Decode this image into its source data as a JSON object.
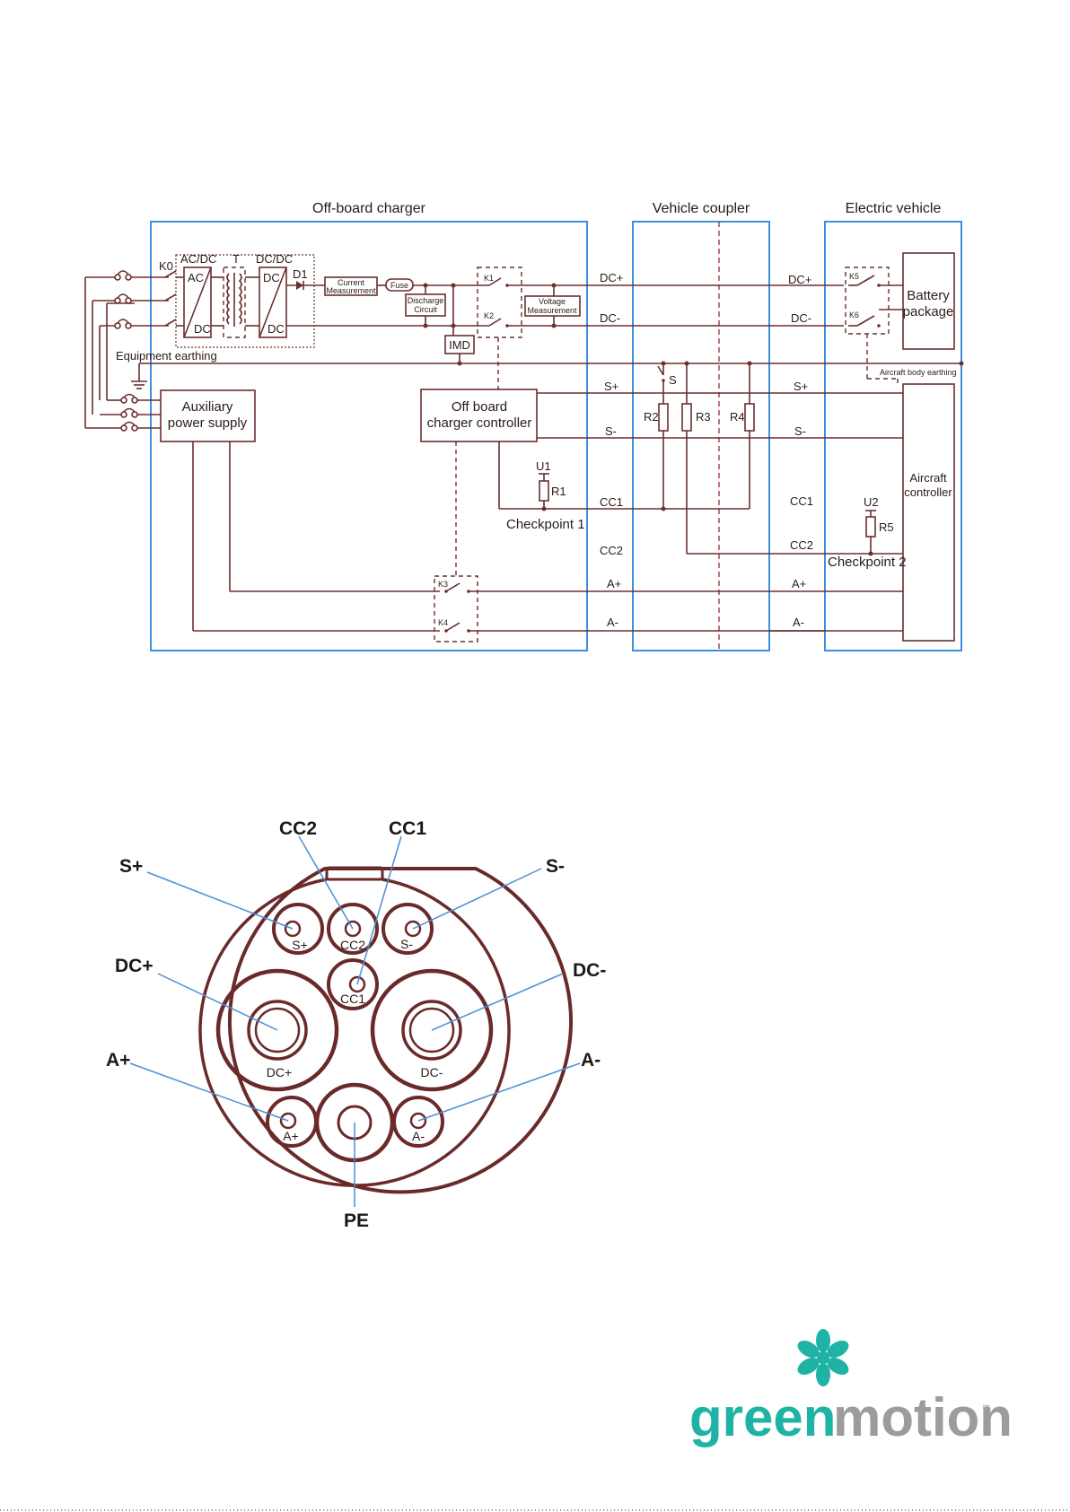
{
  "diagram": {
    "sections": {
      "charger": "Off-board charger",
      "coupler": "Vehicle coupler",
      "vehicle": "Electric vehicle"
    },
    "components": {
      "k0": "K0",
      "acdc": "AC/DC",
      "ac": "AC",
      "dc_left": "DC",
      "t": "T",
      "dcdc": "DC/DC",
      "dc_top": "DC",
      "dc_bottom": "DC",
      "d1": "D1",
      "current_1": "Current",
      "current_2": "Measurement",
      "fuse": "Fuse",
      "discharge_1": "Discharge",
      "discharge_2": "Circuit",
      "k1": "K1",
      "k2": "K2",
      "voltage_1": "Voltage",
      "voltage_2": "Measurement",
      "imd": "IMD",
      "equipment_earthing": "Equipment earthing",
      "aux_1": "Auxiliary",
      "aux_2": "power supply",
      "occ_1": "Off board",
      "occ_2": "charger controller",
      "u1": "U1",
      "r1": "R1",
      "checkpoint1": "Checkpoint 1",
      "k3": "K3",
      "k4": "K4",
      "s_switch": "S",
      "r2": "R2",
      "r3": "R3",
      "r4": "R4",
      "k5": "K5",
      "k6": "K6",
      "battery_1": "Battery",
      "battery_2": "package",
      "aircraft_body_earthing": "Aircraft body earthing",
      "ac_ctrl_1": "Aircraft",
      "ac_ctrl_2": "controller",
      "u2": "U2",
      "r5": "R5",
      "checkpoint2": "Checkpoint 2"
    },
    "lines_left": [
      "DC+",
      "DC-",
      "S+",
      "S-",
      "CC1",
      "CC2",
      "A+",
      "A-"
    ],
    "lines_right": [
      "DC+",
      "DC-",
      "S+",
      "S-",
      "CC1",
      "CC2",
      "A+",
      "A-"
    ]
  },
  "connector": {
    "callouts": {
      "cc2": "CC2",
      "cc1": "CC1",
      "s_plus": "S+",
      "s_minus": "S-",
      "dc_plus": "DC+",
      "dc_minus": "DC-",
      "a_plus": "A+",
      "a_minus": "A-",
      "pe": "PE"
    },
    "pin_labels": {
      "s_plus": "S+",
      "cc2": "CC2",
      "s_minus": "S-",
      "cc1": "CC1",
      "dc_plus": "DC+",
      "dc_minus": "DC-",
      "a_plus": "A+",
      "a_minus": "A-"
    }
  },
  "logo": {
    "green": "green",
    "motion": "motion",
    "tm": "™",
    "color_green": "#1fb3a6",
    "color_grey": "#9c9c9c"
  }
}
